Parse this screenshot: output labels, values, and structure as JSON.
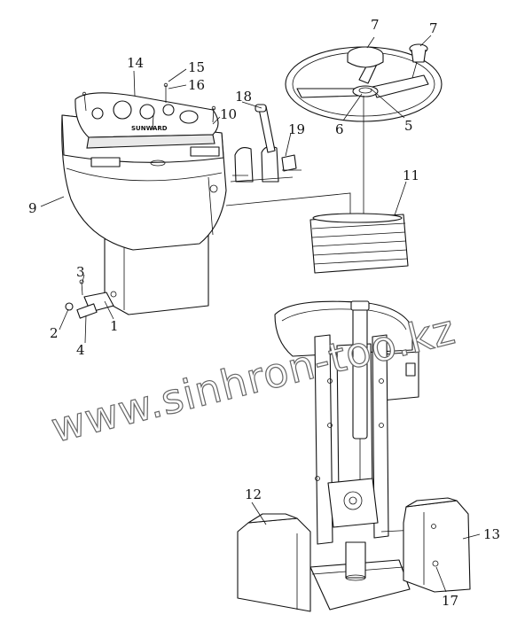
{
  "callouts": {
    "c1": "1",
    "c2": "2",
    "c3": "3",
    "c4": "4",
    "c5": "5",
    "c6": "6",
    "c7a": "7",
    "c7b": "7",
    "c9": "9",
    "c10": "10",
    "c11": "11",
    "c12": "12",
    "c13": "13",
    "c14": "14",
    "c15": "15",
    "c16": "16",
    "c17": "17",
    "c18": "18",
    "c19": "19"
  },
  "watermark": "www.sinhron-too.kz",
  "dashboard_badge": "SUNWARD"
}
